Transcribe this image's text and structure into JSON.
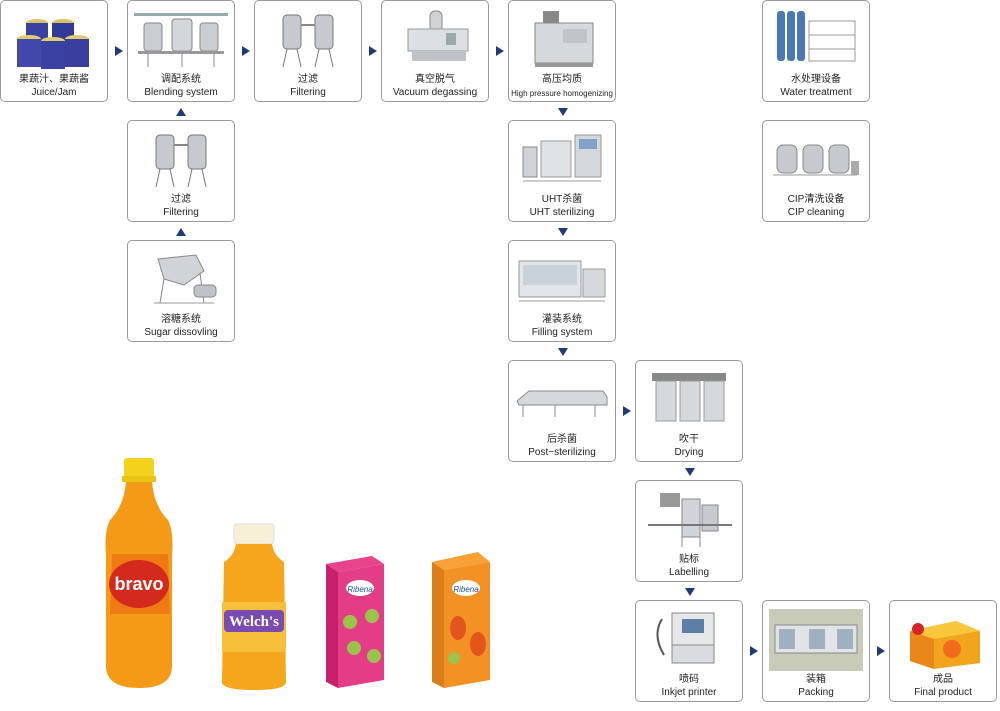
{
  "steps": {
    "juice": {
      "cn": "果蔬汁、果蔬酱",
      "en": "Juice/Jam"
    },
    "blending": {
      "cn": "调配系统",
      "en": "Blending system"
    },
    "filtering1": {
      "cn": "过滤",
      "en": "Filtering"
    },
    "vacuum": {
      "cn": "真空脱气",
      "en": "Vacuum degassing"
    },
    "homogenizing": {
      "cn": "高压均质",
      "en": "High pressure homogenizing"
    },
    "water": {
      "cn": "水处理设备",
      "en": "Water treatment"
    },
    "filtering2": {
      "cn": "过滤",
      "en": "Filtering"
    },
    "uht": {
      "cn": "UHT杀菌",
      "en": "UHT sterilizing"
    },
    "cip": {
      "cn": "CIP清洗设备",
      "en": "CIP cleaning"
    },
    "sugar": {
      "cn": "溶糖系统",
      "en": "Sugar dissovling"
    },
    "filling": {
      "cn": "灌装系统",
      "en": "Filling system"
    },
    "post": {
      "cn": "后杀菌",
      "en": "Post−sterilizing"
    },
    "drying": {
      "cn": "吹干",
      "en": "Drying"
    },
    "labelling": {
      "cn": "贴标",
      "en": "Labelling"
    },
    "inkjet": {
      "cn": "喷码",
      "en": "Inkjet printer"
    },
    "packing": {
      "cn": "装箱",
      "en": "Packing"
    },
    "final": {
      "cn": "成品",
      "en": "Final product"
    }
  },
  "products": {
    "bravo": "bravo",
    "welchs": "Welch's",
    "ribena1": "Ribena",
    "ribena2": "Ribena"
  },
  "colors": {
    "arrow": "#1f3b76",
    "border": "#9a9a9a"
  }
}
